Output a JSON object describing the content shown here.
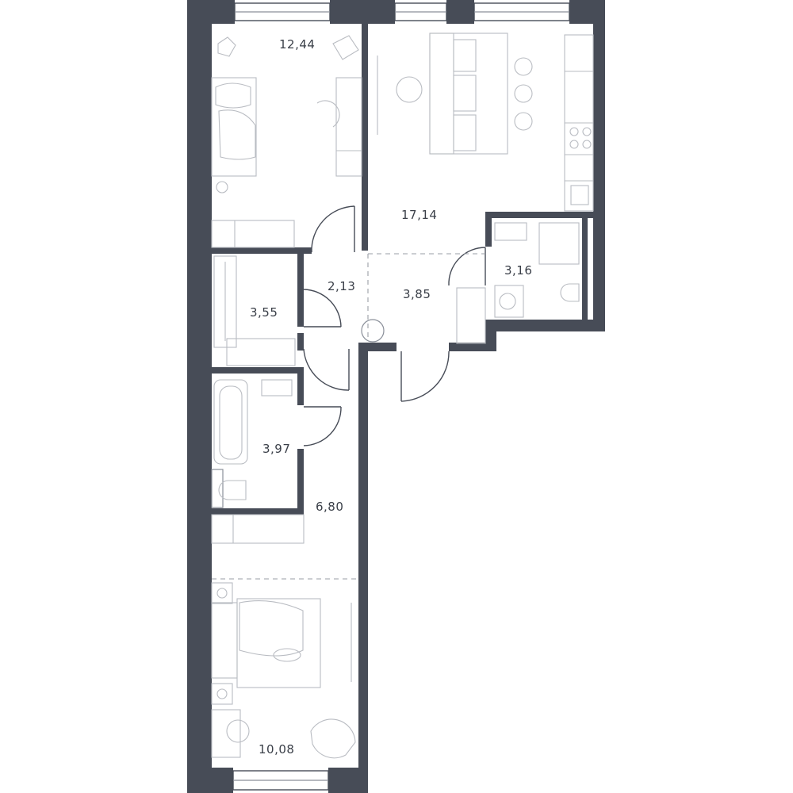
{
  "rooms": [
    {
      "id": "bedroom-1",
      "area": "12,44"
    },
    {
      "id": "living-kitchen",
      "area": "17,14"
    },
    {
      "id": "hall-small",
      "area": "2,13"
    },
    {
      "id": "corridor",
      "area": "3,85"
    },
    {
      "id": "shower-room",
      "area": "3,16"
    },
    {
      "id": "wardrobe",
      "area": "3,55"
    },
    {
      "id": "bathroom",
      "area": "3,97"
    },
    {
      "id": "hallway",
      "area": "6,80"
    },
    {
      "id": "bedroom-2",
      "area": "10,08"
    }
  ],
  "colors": {
    "wall": "#474c57",
    "furniture": "#b9bcc2",
    "background": "#ffffff"
  }
}
